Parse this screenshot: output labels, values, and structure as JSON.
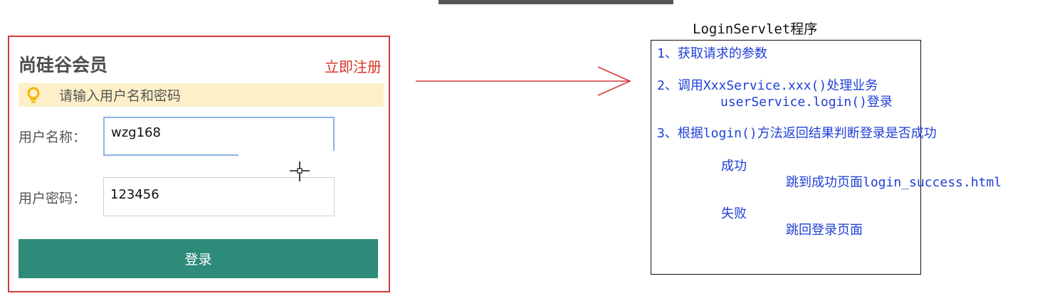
{
  "login_form": {
    "title": "尚硅谷会员",
    "register_link": "立即注册",
    "tip_text": "请输入用户名和密码",
    "username_label": "用户名称：",
    "username_value": "wzg168",
    "password_label": "用户密码：",
    "password_value": "123456",
    "login_button": "登录"
  },
  "servlet": {
    "title": "LoginServlet程序",
    "step1": "1、获取请求的参数",
    "step2": "2、调用XxxService.xxx()处理业务",
    "step2_detail": "userService.login()登录",
    "step3": "3、根据login()方法返回结果判断登录是否成功",
    "success_label": "成功",
    "success_action": "跳到成功页面login_success.html",
    "failure_label": "失败",
    "failure_action": "跳回登录页面"
  },
  "colors": {
    "panel_border": "#d13b3b",
    "register_link": "#d8352a",
    "tip_bg": "#fdf0c9",
    "button_bg": "#2e8b79",
    "step_text": "#1f3fd6",
    "arrow": "#d63a3a"
  },
  "icons": {
    "tip": "lightbulb-icon",
    "cursor": "crosshair-cursor-icon"
  }
}
